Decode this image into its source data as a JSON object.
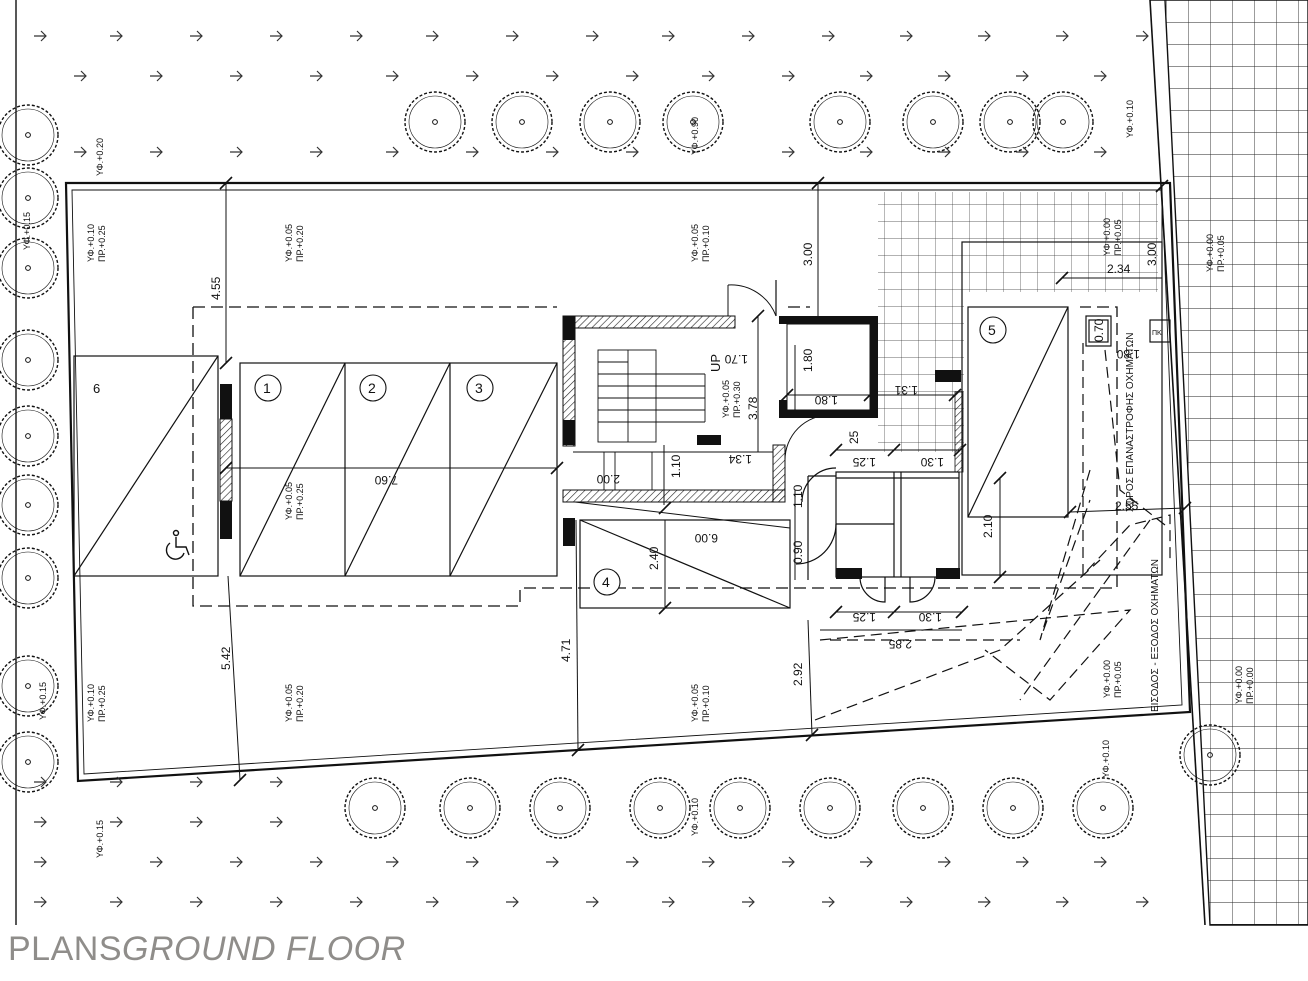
{
  "caption": {
    "primary": "PLANS",
    "secondary": "GROUND FLOOR"
  },
  "colors": {
    "caption": "#8f8d8a",
    "line": "#111111"
  },
  "level_labels": {
    "yf_010": "ΥΦ.+0.10",
    "yf_020": "ΥΦ.+0.20",
    "yf_015": "ΥΦ.+0.15",
    "yf_005": "ΥΦ.+0.05",
    "yf_000": "ΥΦ.+0.00",
    "yf_090": "ΥΦ.+0.90",
    "pr_025": "ΠΡ.+0.25",
    "pr_020": "ΠΡ.+0.20",
    "pr_010": "ΠΡ.+0.10",
    "pr_005": "ΠΡ.+0.05",
    "pr_030": "ΠΡ.+0.30",
    "pr_000": "ΠΡ.+0.00"
  },
  "dimensions": {
    "d455": "4.55",
    "d542": "5.42",
    "d471": "4.71",
    "d292": "2.92",
    "d300": "3.00",
    "d300b": "3.00",
    "d234": "2.34",
    "d760": "7.60",
    "d600": "6.00",
    "d240": "2.40",
    "d378": "3.78",
    "d170": "1.70",
    "d134": "1.34",
    "d110": "1.10",
    "d110b": "1.10",
    "d200": "2.00",
    "d180": "1.80",
    "d180b": "1.80",
    "d180c": "1.80",
    "d131": "1.31",
    "d125": "1.25",
    "d125b": "1.25",
    "d130": "1.30",
    "d130b": "1.30",
    "d285": "2.85",
    "d090": "0.90",
    "d210": "2.10",
    "d255": "2.55",
    "d070": "0.70",
    "d025": "25"
  },
  "spaces": {
    "p1": "1",
    "p2": "2",
    "p3": "3",
    "p4": "4",
    "p5": "5",
    "p6": "6",
    "stair_up": "UP",
    "turning_area": "ΧΩΡΟΣ ΕΠΑΝΑΣΤΡΟΦΗΣ ΟΧΗΜΑΤΩΝ",
    "entrance_exit": "ΕΙΣΟΔΟΣ - ΕΞΟΔΟΣ ΟΧΗΜΑΤΩΝ",
    "meter_box": "ΠΚ"
  },
  "icons": {
    "accessible": "wheelchair-icon",
    "tree": "tree-icon",
    "arrow": "arrow-right-icon"
  }
}
